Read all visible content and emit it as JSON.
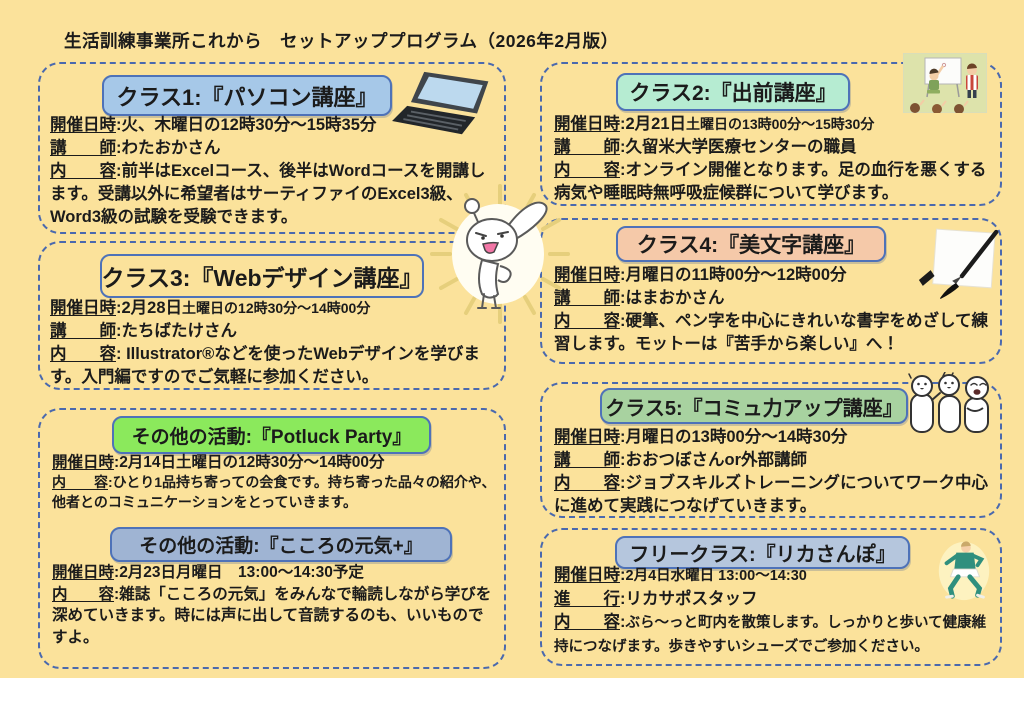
{
  "title": "生活訓練事業所これから　セットアッププログラム（2026年2月版）",
  "punct": {
    "colon": ":"
  },
  "colors": {
    "page_bg": "#FBE29B",
    "box_dash_border": "#4A69AE",
    "class1_header_bg": "#A6C8E8",
    "class2_header_bg": "#B6ECD2",
    "class3_header_bg": "transparent",
    "class4_header_bg": "#F5C9A9",
    "potluck_header_bg": "#8BE95C",
    "kokoro_header_bg": "#9FB4D3",
    "class5_header_bg": "#A8D2A0",
    "free_header_bg": "#B5C6DD"
  },
  "icons": {
    "laptop": "laptop-icon",
    "classroom": "classroom-illustration",
    "rabbit": "rabbit-mascot-illustration",
    "brush": "calligraphy-brush-illustration",
    "people": "chatting-people-illustration",
    "walker": "walking-person-illustration"
  },
  "cards": {
    "c1": {
      "header": "クラス1:『パソコン講座』",
      "rows": [
        {
          "label": "開催日時",
          "text": "火、木曜日の12時30分～15時35分"
        },
        {
          "label": "講　　師",
          "text": "わたおかさん"
        },
        {
          "label": "内　　容",
          "text": "前半はExcelコース、後半はWordコースを開講します。受講以外に希望者はサーティファイのExcel3級、Word3級の試験を受験できます。"
        }
      ]
    },
    "c2": {
      "header": "クラス2:『出前講座』",
      "rows": [
        {
          "label": "開催日時",
          "text": "2月21日",
          "small": "土曜日の13時00分～15時30分"
        },
        {
          "label": "講　　師",
          "text": "久留米大学医療センターの職員"
        },
        {
          "label": "内　　容",
          "text": "オンライン開催となります。足の血行を悪くする病気や睡眠時無呼吸症候群について学びます。"
        }
      ]
    },
    "c3": {
      "header": "クラス3:『Webデザイン講座』",
      "rows": [
        {
          "label": "開催日時",
          "text": "2月28日",
          "small": "土曜日の12時30分～14時00分"
        },
        {
          "label": "講　　師",
          "text": "たちばたけさん"
        },
        {
          "label": "内　　容",
          "text": " Illustrator®などを使ったWebデザインを学びます。入門編ですのでご気軽に参加ください。"
        }
      ]
    },
    "c4": {
      "header": "クラス4:『美文字講座』",
      "rows": [
        {
          "label": "開催日時",
          "text": "月曜日の11時00分～12時00分"
        },
        {
          "label": "講　　師",
          "text": "はまおかさん"
        },
        {
          "label": "内　　容",
          "text": "硬筆、ペン字を中心にきれいな書字をめざして練習します。モットーは『苦手から楽しい』へ！"
        }
      ]
    },
    "potluck": {
      "header": "その他の活動:『Potluck Party』",
      "rows": [
        {
          "label": "開催日時",
          "text": "2月14日土曜日の12時30分～14時00分"
        },
        {
          "label": "内　　容",
          "text": "ひとり1品持ち寄っての会食です。持ち寄った品々の紹介や、他者とのコミュニケーションをとっていきます。"
        }
      ]
    },
    "kokoro": {
      "header": "その他の活動:『こころの元気+』",
      "rows": [
        {
          "label": "開催日時",
          "text": "2月23日月曜日　13:00～14:30予定"
        },
        {
          "label": "内　　容",
          "text": "雑誌「こころの元気」をみんなで輪読しながら学びを深めていきます。時には声に出して音読するのも、いいものですよ。"
        }
      ]
    },
    "c5": {
      "header": "クラス5:『コミュ力アップ講座』",
      "rows": [
        {
          "label": "開催日時",
          "text": "月曜日の13時00分～14時30分"
        },
        {
          "label": "講　　師",
          "text": "おおつぼさんor外部講師"
        },
        {
          "label": "内　　容",
          "text": "ジョブスキルズトレーニングについてワーク中心に進めて実践につなげていきます。"
        }
      ]
    },
    "free": {
      "header": "フリークラス:『リカさんぽ』",
      "rows": [
        {
          "label": "開催日時",
          "small": "2月4日水曜日 13:00～14:30"
        },
        {
          "label": "進　　行",
          "text": "リカサポスタッフ"
        },
        {
          "label": "内　　容",
          "small": "ぶら～っと町内を散策します。しっかりと歩いて健康維持につなげます。歩きやすいシューズでご参加ください。"
        }
      ]
    }
  }
}
